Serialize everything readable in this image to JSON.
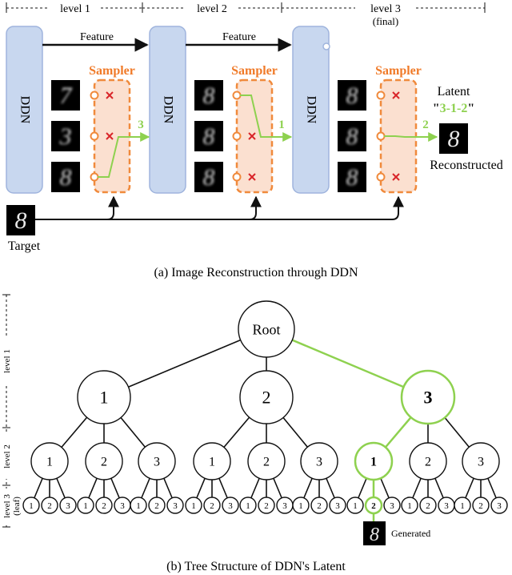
{
  "part_a": {
    "levels": [
      "level 1",
      "level 2",
      "level 3"
    ],
    "level3_note": "(final)",
    "ddn_label": "DDN",
    "feature_label": "Feature",
    "sampler_label": "Sampler",
    "selections": [
      "3",
      "1",
      "2"
    ],
    "latent_title": "Latent",
    "latent_code": "3-1-2",
    "reconstructed_label": "Reconstructed",
    "target_label": "Target",
    "target_digit": "8",
    "caption": "(a) Image Reconstruction through DDN",
    "candidates": [
      [
        "7",
        "3",
        "8"
      ],
      [
        "8",
        "8",
        "8"
      ],
      [
        "8",
        "8",
        "8"
      ]
    ],
    "selected_index": [
      2,
      0,
      1
    ]
  },
  "part_b": {
    "axis_levels": [
      "level 1",
      "level 2",
      "level 3",
      "(leaf)"
    ],
    "root_label": "Root",
    "level1_labels": [
      "1",
      "2",
      "3"
    ],
    "child_labels": [
      "1",
      "2",
      "3"
    ],
    "generated_label": "Generated",
    "generated_digit": "8",
    "caption": "(b) Tree Structure of DDN's Latent",
    "path": [
      3,
      1,
      2
    ]
  },
  "colors": {
    "ddn_fill": "#c8d7ef",
    "ddn_stroke": "#9fb4dd",
    "sampler_fill": "#fbe0d0",
    "sampler_stroke": "#f08a3c",
    "sampler_text": "#f07a28",
    "select_green": "#8ed14f",
    "reject_red": "#d9262a",
    "node_stroke": "#111111"
  }
}
